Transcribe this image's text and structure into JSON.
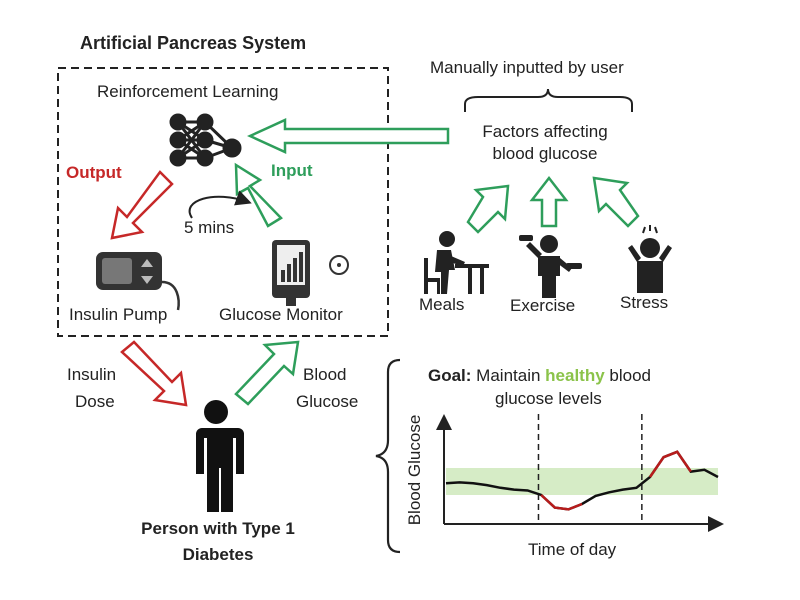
{
  "title": "Artificial Pancreas System",
  "rl_label": "Reinforcement Learning",
  "output_label": "Output",
  "input_label": "Input",
  "cycle_label": "5 mins",
  "insulin_pump_label": "Insulin Pump",
  "glucome_monitor_label": "Glucose Monitor",
  "manual_label": "Manually inputted by user",
  "factors_line1": "Factors affecting",
  "factors_line2": "blood glucose",
  "meals_label": "Meals",
  "exercise_label": "Exercise",
  "stress_label": "Stress",
  "insulin_dose_line1": "Insulin",
  "insulin_dose_line2": "Dose",
  "blood_glucose_line1": "Blood",
  "blood_glucose_line2": "Glucose",
  "person_line1": "Person with Type 1",
  "person_line2": "Diabetes",
  "goal_prefix": "Goal:",
  "goal_text1": " Maintain ",
  "goal_healthy": "healthy",
  "goal_text2": " blood",
  "goal_line2": "glucose levels",
  "colors": {
    "output": "#c62828",
    "input": "#2e9e5b",
    "healthy": "#8bc34a",
    "band": "#d6ecc6"
  },
  "chart_data": {
    "type": "line",
    "xlabel": "Time of day",
    "ylabel": "Blood Glucose",
    "x": [
      0,
      0.05,
      0.1,
      0.15,
      0.2,
      0.25,
      0.3,
      0.35,
      0.4,
      0.45,
      0.5,
      0.55,
      0.6,
      0.65,
      0.7,
      0.75,
      0.8,
      0.85,
      0.9,
      0.95,
      1.0
    ],
    "y": [
      0.43,
      0.44,
      0.43,
      0.41,
      0.38,
      0.36,
      0.35,
      0.3,
      0.16,
      0.14,
      0.2,
      0.29,
      0.33,
      0.36,
      0.38,
      0.5,
      0.72,
      0.78,
      0.56,
      0.58,
      0.5
    ],
    "healthy_range": [
      0.3,
      0.6
    ],
    "dividers_x": [
      0.34,
      0.72
    ]
  }
}
